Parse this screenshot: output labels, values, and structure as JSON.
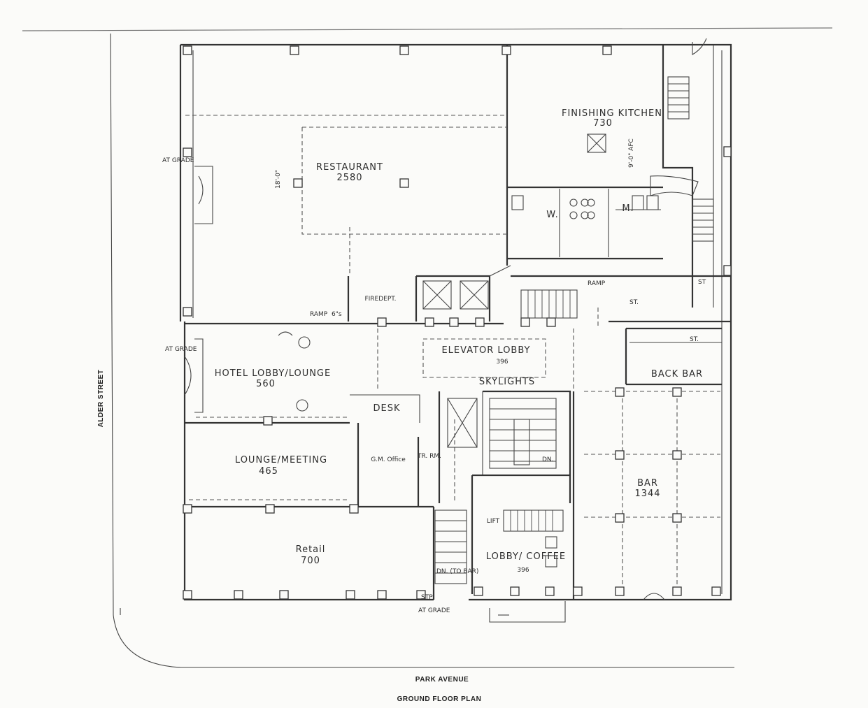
{
  "streets": {
    "west": "ALDER STREET",
    "south": "PARK AVENUE"
  },
  "caption": "GROUND FLOOR PLAN",
  "rooms": {
    "restaurant": {
      "name": "RESTAURANT",
      "area": "2580"
    },
    "finishing_kitchen": {
      "name": "FINISHING KITCHEN",
      "area": "730"
    },
    "womens_restroom": {
      "name": "W."
    },
    "mens_restroom": {
      "name": "M."
    },
    "fire_dept": {
      "name": "FIREDEPT."
    },
    "elevator_lobby": {
      "name": "ELEVATOR LOBBY",
      "area": "396"
    },
    "skylights": {
      "name": "SKYLIGHTS"
    },
    "hotel_lobby": {
      "name": "HOTEL LOBBY/LOUNGE",
      "area": "560"
    },
    "desk": {
      "name": "DESK"
    },
    "back_bar": {
      "name": "BACK BAR"
    },
    "bar": {
      "name": "BAR",
      "area": "1344"
    },
    "lounge_meeting": {
      "name": "LOUNGE/MEETING",
      "area": "465"
    },
    "gm_office": {
      "name": "G.M. Office"
    },
    "tr_rm": {
      "name": "TR. RM."
    },
    "retail": {
      "name": "Retail",
      "area": "700"
    },
    "lobby_coffee": {
      "name": "LOBBY/ COFFEE",
      "area": "396"
    },
    "lift": {
      "name": "LIFT"
    }
  },
  "notes": {
    "at_grade_west_upper": "AT GRADE",
    "at_grade_west_lower": "AT GRADE",
    "at_grade_south": "AT GRADE",
    "ramp_lobby": "RAMP",
    "ramp_lobby_dim": "6\"s",
    "ramp_corridor": "RAMP",
    "storage_1": "ST.",
    "storage_2": "ST",
    "storage_3": "ST.",
    "down_1": "DN.",
    "down_2": "DN. (TO BAR)",
    "step_south": "STP",
    "restaurant_dim": "18'-0\"",
    "kitchen_dim": "9'-0\" AFC"
  }
}
